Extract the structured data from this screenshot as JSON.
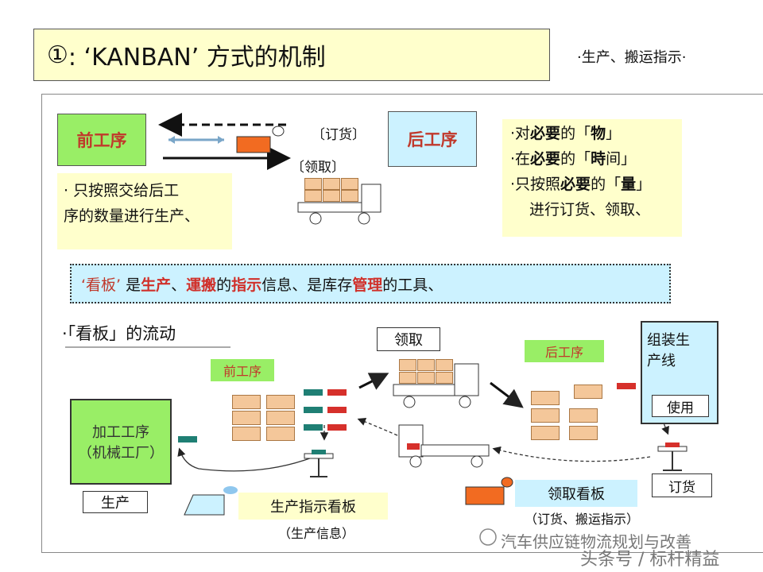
{
  "header": {
    "title_marker": "①",
    "title_text": ": ‘KANBAN’ 方式的机制",
    "legend": "·生产、搬运指示·"
  },
  "top": {
    "prev_process": "前工序",
    "next_process": "后工序",
    "order_label": "〔订货〕",
    "pickup_label": "〔领取〕",
    "prev_note_line1": "· 只按照交给后工",
    "prev_note_line2": "序的数量进行生产、",
    "need_lines": [
      {
        "p1": "·对",
        "p2": "必要",
        "p3": "的「",
        "p4": "物",
        "p5": "」"
      },
      {
        "p1": "·在",
        "p2": "必要",
        "p3": "的「",
        "p4": "時",
        "p5": "间」"
      },
      {
        "p1": "·只按照",
        "p2": "必要",
        "p3": "的「",
        "p4": "量",
        "p5": "」"
      }
    ],
    "need_last": "进行订货、领取、"
  },
  "notice": {
    "q1": "‘看板’",
    "t1": "是",
    "t2": "生产",
    "t3": "、",
    "t4": "運搬",
    "t5": "的",
    "t6": "指示",
    "t7": "信息、是库存",
    "t8": "管理",
    "t9": "的工具、"
  },
  "flow": {
    "heading": "·「看板」的流动",
    "prev_process": "前工序",
    "next_process": "后工序",
    "pickup": "领取",
    "machining_line1": "加工工序",
    "machining_line2": "（机械工厂）",
    "production": "生产",
    "prod_kanban": "生产指示看板",
    "prod_info": "（生产信息）",
    "assembly_line1": "组装生",
    "assembly_line2": "产线",
    "use": "使用",
    "order": "订货",
    "pickup_kanban": "领取看板",
    "pickup_kanban_note": "（订货、搬运指示）"
  },
  "watermark": {
    "line1": "汽车供应链物流规划与改善",
    "line2": "头条号 / 标杆精益"
  },
  "colors": {
    "title_bg": "#ffffcc",
    "green": "#99ee66",
    "cyan": "#ccf2ff",
    "accent_red": "#d0302a",
    "truck_orange": "#f26b21",
    "kanban_teal": "#1f7f74"
  }
}
